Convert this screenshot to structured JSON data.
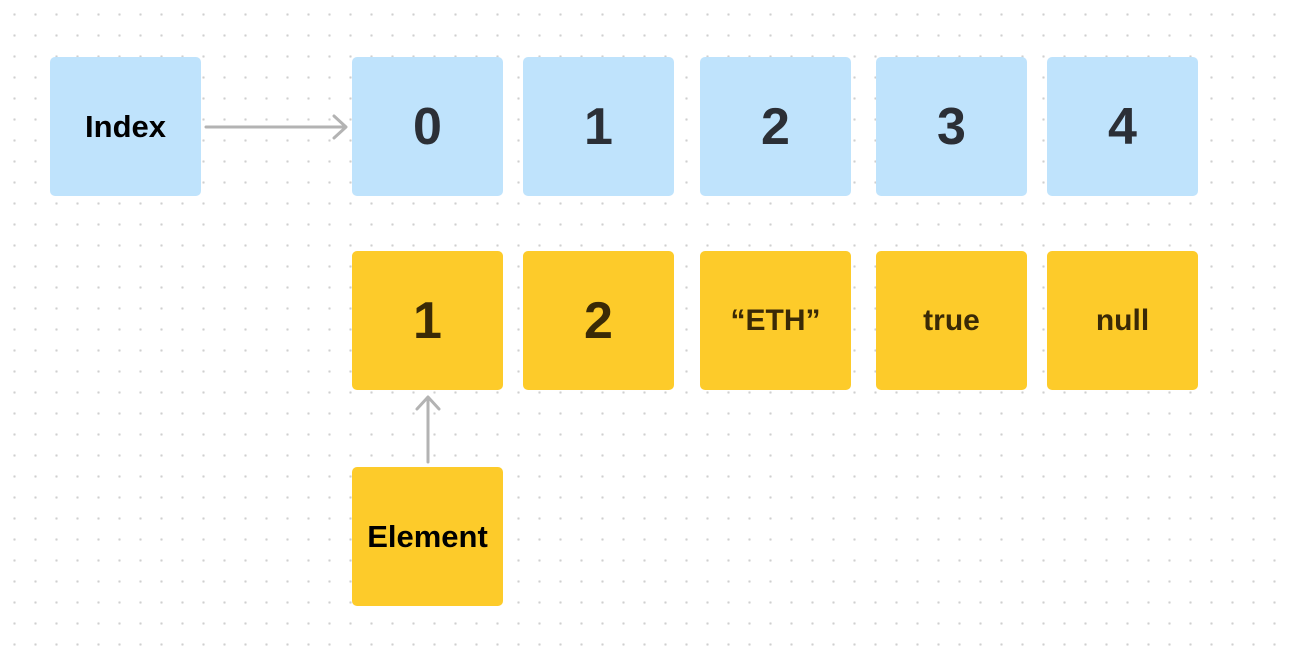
{
  "diagram": {
    "index_label": "Index",
    "element_label": "Element",
    "indices": [
      "0",
      "1",
      "2",
      "3",
      "4"
    ],
    "elements": [
      "1",
      "2",
      "“ETH”",
      "true",
      "null"
    ]
  },
  "colors": {
    "index_fill": "#bfe3fc",
    "element_fill": "#fdcb2a",
    "arrow": "#b3b3b3"
  },
  "icons": [
    "arrow-right-icon",
    "arrow-up-icon"
  ]
}
